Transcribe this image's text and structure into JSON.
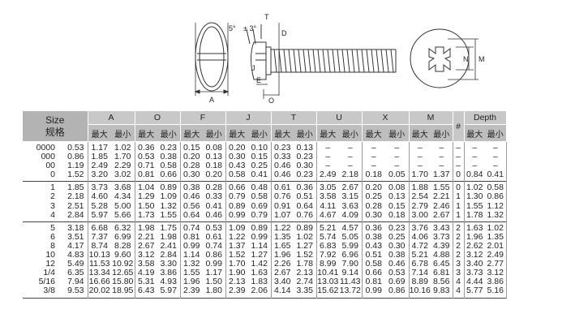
{
  "drawing": {
    "angle_label": "5°",
    "tolerance_label": "± 3°",
    "dim_T": "T",
    "dim_D": "D",
    "dim_J": "J",
    "dim_E": "E",
    "dim_O": "O",
    "dim_A": "A",
    "dim_N": "N",
    "dim_M": "M"
  },
  "table": {
    "size_label": "Size",
    "size_label_cn": "规格",
    "columns": [
      {
        "key": "A",
        "label": "A"
      },
      {
        "key": "O",
        "label": "O"
      },
      {
        "key": "F",
        "label": "F"
      },
      {
        "key": "J",
        "label": "J"
      },
      {
        "key": "T",
        "label": "T"
      },
      {
        "key": "U",
        "label": "U"
      },
      {
        "key": "X",
        "label": "X"
      },
      {
        "key": "M",
        "label": "M"
      }
    ],
    "num_label": "#",
    "depth_label": "Depth",
    "max_label": "最大",
    "min_label": "最小",
    "groups": [
      {
        "sizes": [
          "0000",
          "000",
          "00",
          "0"
        ],
        "dia": [
          "0.53",
          "0.86",
          "1.19",
          "1.52"
        ],
        "A_max": [
          "1.17",
          "1.85",
          "2.49",
          "3.20"
        ],
        "A_min": [
          "1.02",
          "1.70",
          "2.29",
          "3.02"
        ],
        "O_max": [
          "0.36",
          "0.53",
          "0.71",
          "0.81"
        ],
        "O_min": [
          "0.23",
          "0.38",
          "0.58",
          "0.66"
        ],
        "F_max": [
          "0.15",
          "0.20",
          "0.28",
          "0.30"
        ],
        "F_min": [
          "0.08",
          "0.13",
          "0.18",
          "0.20"
        ],
        "J_max": [
          "0.20",
          "0.30",
          "0.43",
          "0.58"
        ],
        "J_min": [
          "0.10",
          "0.15",
          "0.25",
          "0.41"
        ],
        "T_max": [
          "0.23",
          "0.33",
          "0.46",
          "0.46"
        ],
        "T_min": [
          "0.13",
          "0.23",
          "0.30",
          "0.23"
        ],
        "U_max": [
          "–",
          "–",
          "–",
          "2.49"
        ],
        "U_min": [
          "–",
          "–",
          "–",
          "2.18"
        ],
        "X_max": [
          "–",
          "–",
          "–",
          "0.18"
        ],
        "X_min": [
          "–",
          "–",
          "–",
          "0.05"
        ],
        "M_max": [
          "–",
          "–",
          "–",
          "1.70"
        ],
        "M_min": [
          "–",
          "–",
          "–",
          "1.37"
        ],
        "num": [
          "–",
          "–",
          "–",
          "0"
        ],
        "D_max": [
          "–",
          "–",
          "–",
          "0.84"
        ],
        "D_min": [
          "–",
          "–",
          "–",
          "0.41"
        ]
      },
      {
        "sizes": [
          "1",
          "2",
          "3",
          "4"
        ],
        "dia": [
          "1.85",
          "2.18",
          "2.51",
          "2.84"
        ],
        "A_max": [
          "3.73",
          "4.60",
          "5.28",
          "5.97"
        ],
        "A_min": [
          "3.68",
          "4.34",
          "5.00",
          "5.66"
        ],
        "O_max": [
          "1.04",
          "1.29",
          "1.50",
          "1.73"
        ],
        "O_min": [
          "0.89",
          "1.09",
          "1.32",
          "1.55"
        ],
        "F_max": [
          "0.38",
          "0.46",
          "0.56",
          "0.64"
        ],
        "F_min": [
          "0.28",
          "0.33",
          "0.41",
          "0.46"
        ],
        "J_max": [
          "0.66",
          "0.79",
          "0.89",
          "0.99"
        ],
        "J_min": [
          "0.48",
          "0.58",
          "0.69",
          "0.79"
        ],
        "T_max": [
          "0.61",
          "0.76",
          "0.91",
          "1.07"
        ],
        "T_min": [
          "0.36",
          "0.51",
          "0.64",
          "0.76"
        ],
        "U_max": [
          "3.05",
          "3.58",
          "4.11",
          "4.67"
        ],
        "U_min": [
          "2.67",
          "3.15",
          "3.63",
          "4.09"
        ],
        "X_max": [
          "0.20",
          "0.25",
          "0.28",
          "0.30"
        ],
        "X_min": [
          "0.08",
          "0.13",
          "0.15",
          "0.18"
        ],
        "M_max": [
          "1.88",
          "2.54",
          "2.79",
          "3.00"
        ],
        "M_min": [
          "1.55",
          "2.21",
          "2.46",
          "2.67"
        ],
        "num": [
          "0",
          "1",
          "1",
          "1"
        ],
        "D_max": [
          "1.02",
          "1.30",
          "1.55",
          "1.78"
        ],
        "D_min": [
          "0.58",
          "0.86",
          "1.12",
          "1.32"
        ]
      },
      {
        "sizes": [
          "5",
          "6",
          "8",
          "10",
          "12",
          "1/4",
          "5/16",
          "3/8"
        ],
        "dia": [
          "3.18",
          "3.51",
          "4.17",
          "4.83",
          "5.49",
          "6.35",
          "7.94",
          "9.53"
        ],
        "A_max": [
          "6.68",
          "7.37",
          "8.74",
          "10.13",
          "11.53",
          "13.34",
          "16.66",
          "20.02"
        ],
        "A_min": [
          "6.32",
          "6.99",
          "8.28",
          "9.60",
          "10.92",
          "12.65",
          "15.80",
          "18.95"
        ],
        "O_max": [
          "1.98",
          "2.21",
          "2.67",
          "3.12",
          "3.58",
          "4.19",
          "5.31",
          "6.43"
        ],
        "O_min": [
          "1.75",
          "1.98",
          "2.41",
          "2.84",
          "3.30",
          "3.86",
          "4.93",
          "5.97"
        ],
        "F_max": [
          "0.74",
          "0.81",
          "0.99",
          "1.14",
          "1.32",
          "1.55",
          "1.96",
          "2.39"
        ],
        "F_min": [
          "0.53",
          "0.61",
          "0.74",
          "0.86",
          "0.99",
          "1.17",
          "1.50",
          "1.80"
        ],
        "J_max": [
          "1.09",
          "1.22",
          "1.37",
          "1.52",
          "1.70",
          "1.90",
          "2.13",
          "2.39"
        ],
        "J_min": [
          "0.89",
          "0.99",
          "1.14",
          "1.27",
          "1.42",
          "1.63",
          "1.83",
          "2.06"
        ],
        "T_max": [
          "1.22",
          "1.35",
          "1.65",
          "1.96",
          "2.26",
          "2.67",
          "3.40",
          "4.14"
        ],
        "T_min": [
          "0.89",
          "1.02",
          "1.27",
          "1.52",
          "1.78",
          "2.13",
          "2.74",
          "3.35"
        ],
        "U_max": [
          "5.21",
          "5.74",
          "6.83",
          "7.92",
          "8.99",
          "10.41",
          "13.03",
          "15.62"
        ],
        "U_min": [
          "4.57",
          "5.05",
          "5.99",
          "6.96",
          "7.90",
          "9.14",
          "11.43",
          "13.72"
        ],
        "X_max": [
          "0.36",
          "0.38",
          "0.43",
          "0.51",
          "0.58",
          "0.66",
          "0.81",
          "0.99"
        ],
        "X_min": [
          "0.23",
          "0.25",
          "0.30",
          "0.38",
          "0.46",
          "0.53",
          "0.69",
          "0.86"
        ],
        "M_max": [
          "3.76",
          "4.06",
          "4.72",
          "5.21",
          "6.78",
          "7.14",
          "8.89",
          "10.16"
        ],
        "M_min": [
          "3.43",
          "3.73",
          "4.39",
          "4.88",
          "6.45",
          "6.81",
          "8.56",
          "9.83"
        ],
        "num": [
          "2",
          "2",
          "2",
          "2",
          "3",
          "3",
          "4",
          "4"
        ],
        "D_max": [
          "1.63",
          "1.96",
          "2.62",
          "3.12",
          "3.40",
          "3.73",
          "4.44",
          "5.77"
        ],
        "D_min": [
          "1.02",
          "1.35",
          "2.01",
          "2.49",
          "2.77",
          "3.12",
          "3.86",
          "5.16"
        ]
      }
    ]
  }
}
